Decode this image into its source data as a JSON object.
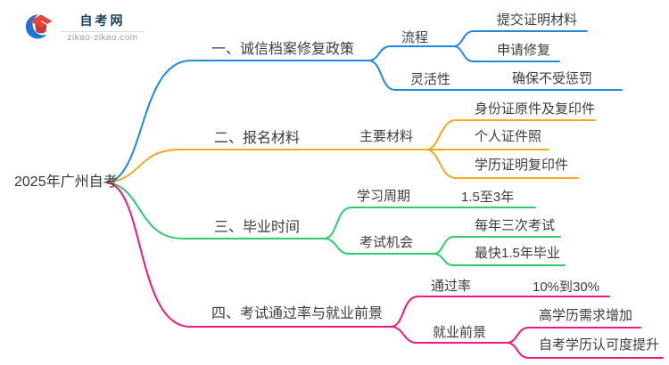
{
  "logo": {
    "title": "自考网",
    "url": "zikao-zikao.com"
  },
  "colors": {
    "text": "#3d3d3d",
    "logo_blue": "#1976d2",
    "logo_red": "#e2453b",
    "logo_red_dark": "#c63a31",
    "logo_title_text": "#1c3f5e",
    "logo_url_text": "#97a1a7"
  },
  "root": {
    "label": "2025年广州自考"
  },
  "branches": [
    {
      "label": "一、诚信档案修复政策",
      "color": "#1e88e5",
      "children": [
        {
          "label": "流程",
          "children": [
            {
              "label": "提交证明材料"
            },
            {
              "label": "申请修复"
            }
          ]
        },
        {
          "label": "灵活性",
          "children": [
            {
              "label": "确保不受惩罚"
            }
          ]
        }
      ]
    },
    {
      "label": "二、报名材料",
      "color": "#f5a623",
      "children": [
        {
          "label": "主要材料",
          "children": [
            {
              "label": "身份证原件及复印件"
            },
            {
              "label": "个人证件照"
            },
            {
              "label": "学历证明复印件"
            }
          ]
        }
      ]
    },
    {
      "label": "三、毕业时间",
      "color": "#2ecc71",
      "children": [
        {
          "label": "学习周期",
          "children": [
            {
              "label": "1.5至3年"
            }
          ]
        },
        {
          "label": "考试机会",
          "children": [
            {
              "label": "每年三次考试"
            },
            {
              "label": "最快1.5年毕业"
            }
          ]
        }
      ]
    },
    {
      "label": "四、考试通过率与就业前景",
      "color": "#f0197d",
      "children": [
        {
          "label": "通过率",
          "children": [
            {
              "label": "10%到30%"
            }
          ]
        },
        {
          "label": "就业前景",
          "children": [
            {
              "label": "高学历需求增加"
            },
            {
              "label": "自考学历认可度提升"
            }
          ]
        }
      ]
    }
  ]
}
